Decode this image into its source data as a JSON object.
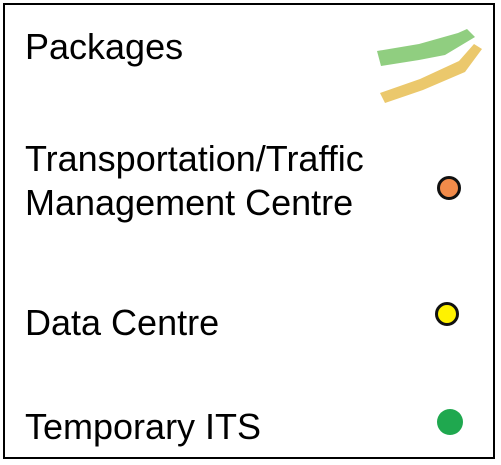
{
  "legend": {
    "items": [
      {
        "label": "Packages",
        "symbol": "packages-polyline-icon",
        "colors": [
          "#7DC66A",
          "#E9C25C"
        ]
      },
      {
        "label_lines": [
          "Transportation/Traffic",
          "Management Centre"
        ],
        "symbol": "orange-circle-icon",
        "color": "#F28B4A"
      },
      {
        "label": "Data Centre",
        "symbol": "yellow-circle-icon",
        "color": "#FFF200"
      },
      {
        "label": "Temporary ITS",
        "symbol": "green-circle-icon",
        "color": "#1FA84F"
      }
    ]
  }
}
